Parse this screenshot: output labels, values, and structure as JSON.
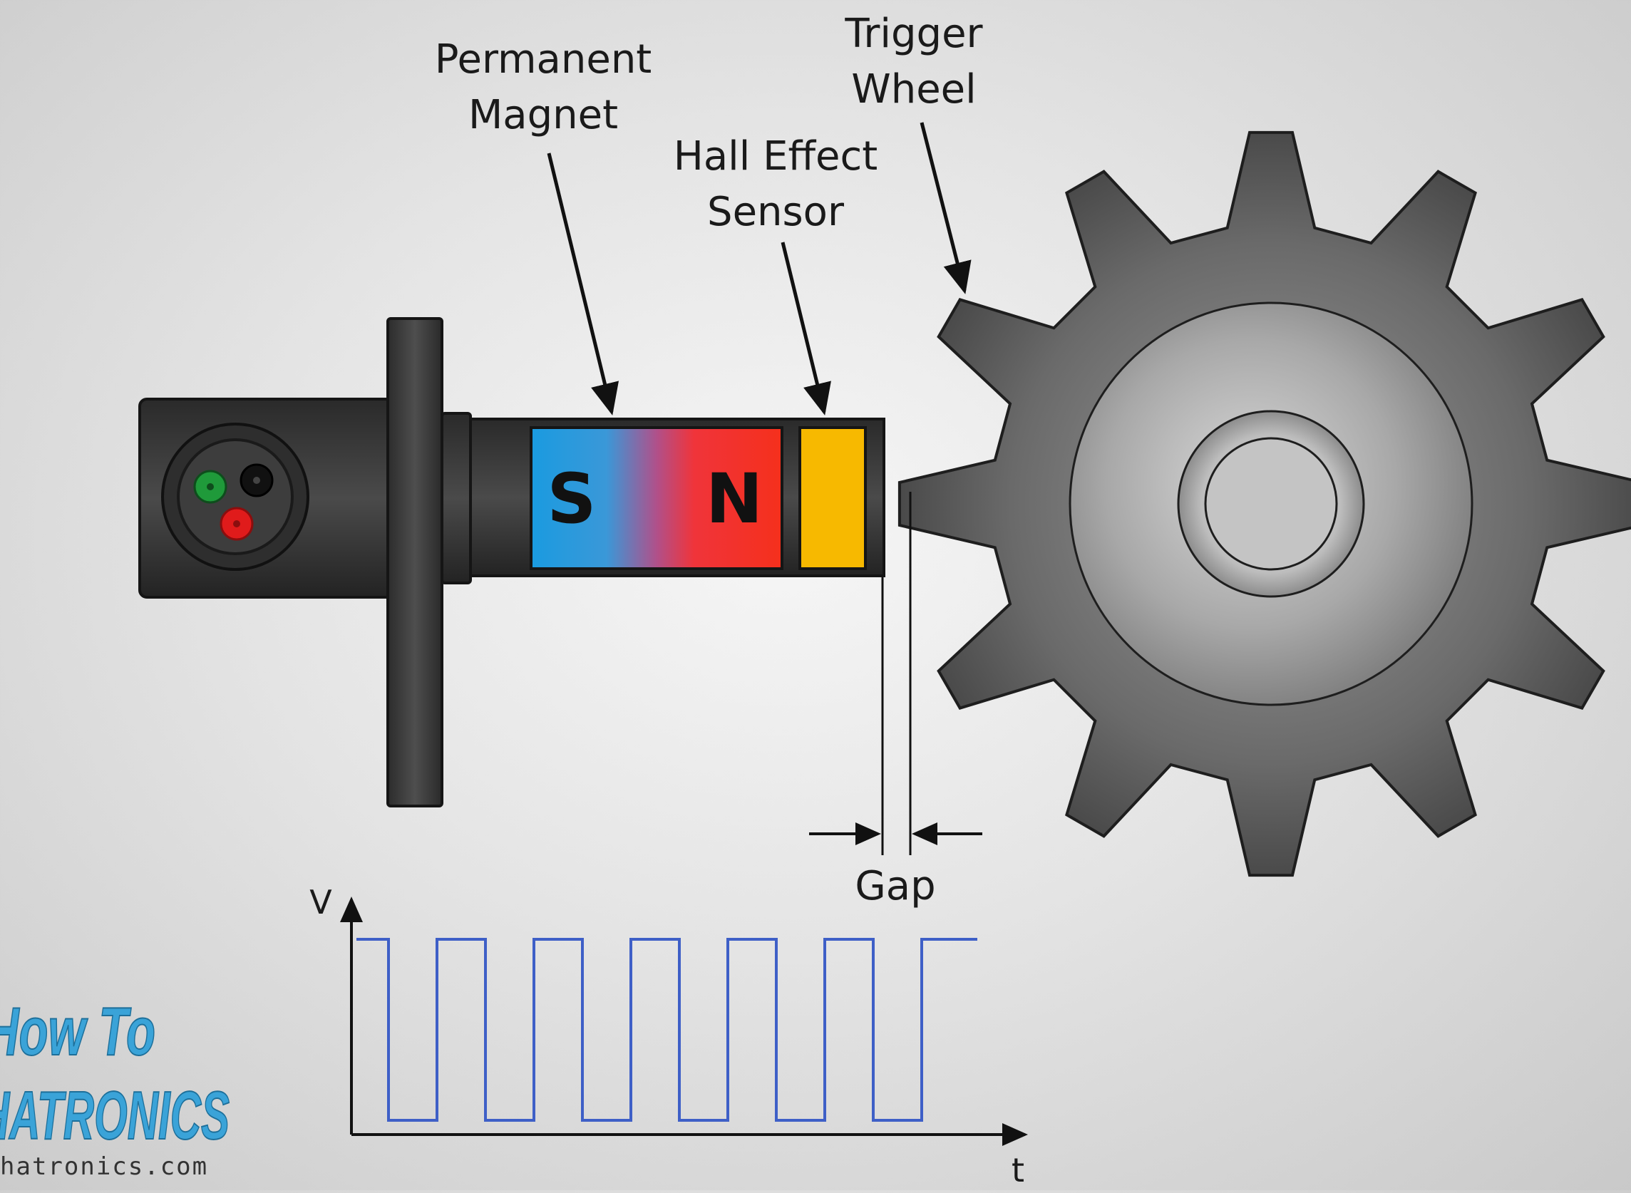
{
  "labels": {
    "permanent_magnet_line1": "Permanent",
    "permanent_magnet_line2": "Magnet",
    "trigger_wheel_line1": "Trigger",
    "trigger_wheel_line2": "Wheel",
    "hall_sensor_line1": "Hall Effect",
    "hall_sensor_line2": "Sensor",
    "gap": "Gap"
  },
  "magnet": {
    "south": "S",
    "north": "N"
  },
  "graph": {
    "y_axis": "V",
    "x_axis": "t",
    "pulses": 6
  },
  "logo": {
    "line1": "How To",
    "line2": "HATRONICS",
    "url": "hatronics.com"
  },
  "colors": {
    "magnet_south": "#1a9be0",
    "magnet_north": "#f5301c",
    "sensor": "#f7b900",
    "signal": "#3e5fc7",
    "body": "#3a3a3a",
    "wheel": "#6e6e6e",
    "wire_green": "#1f9a3a",
    "wire_black": "#111111",
    "wire_red": "#e01b1b"
  }
}
